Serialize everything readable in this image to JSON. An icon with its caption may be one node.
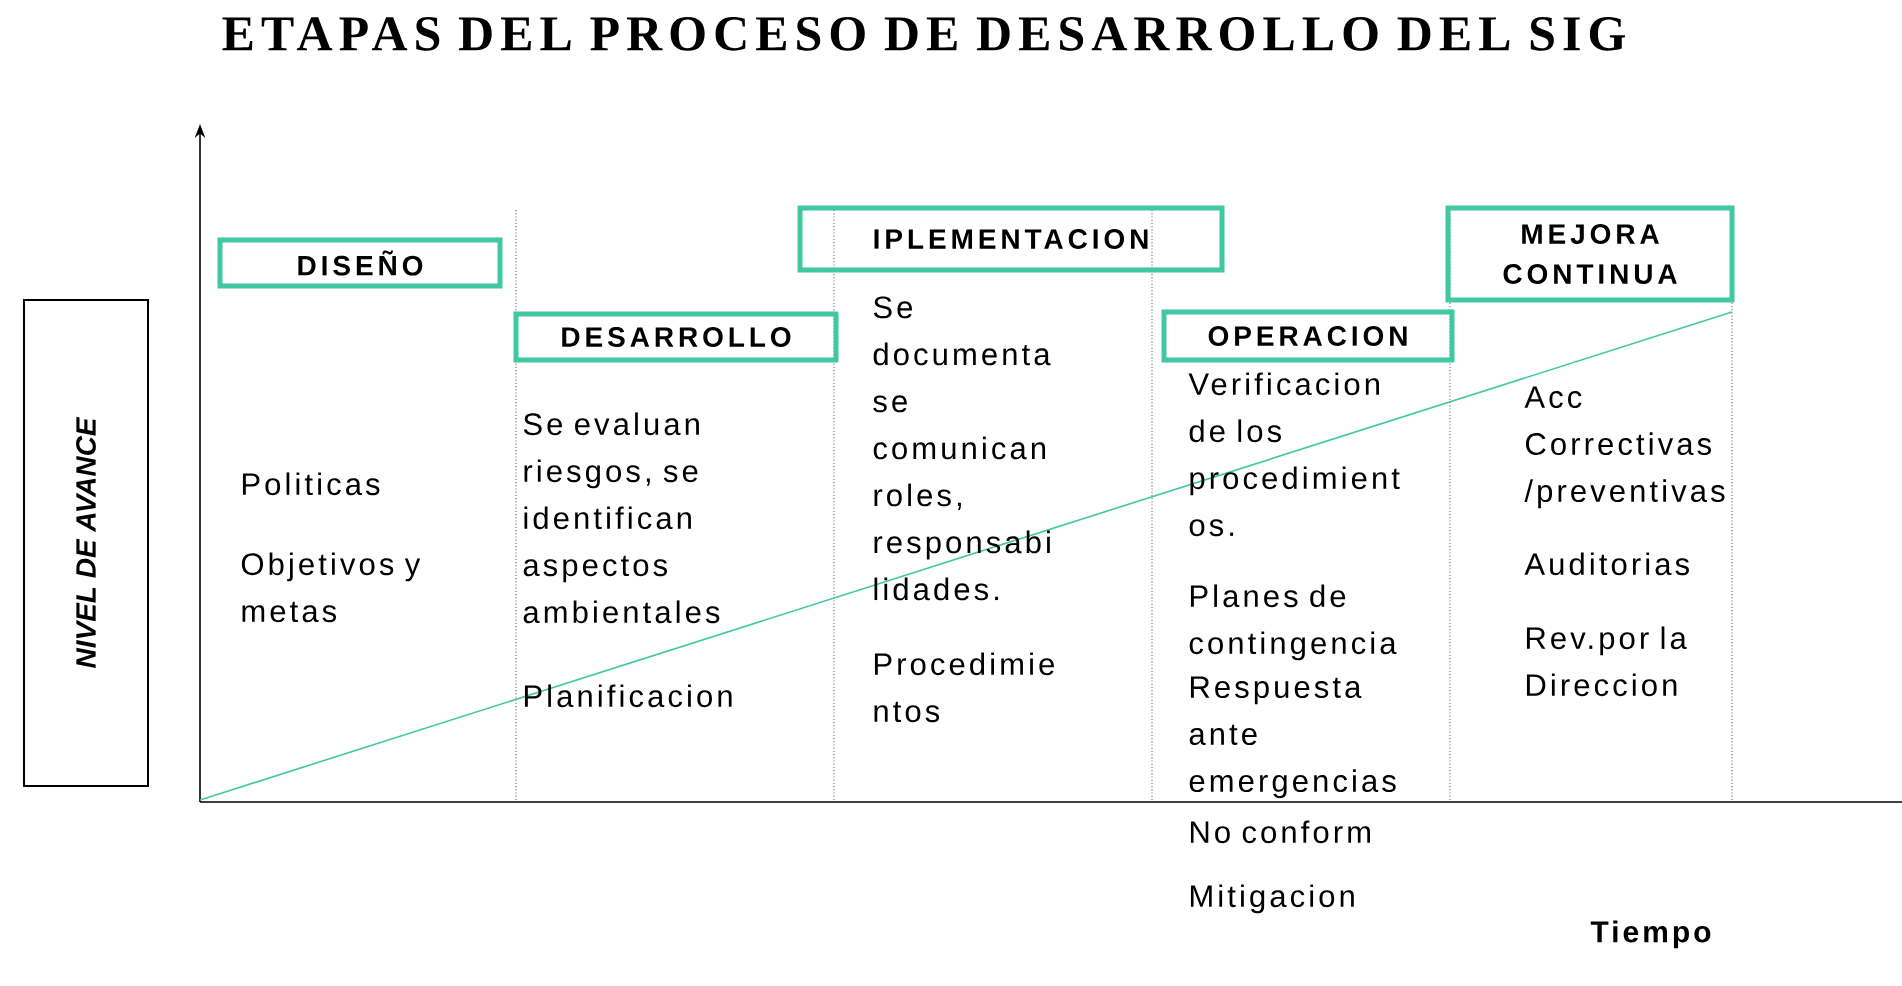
{
  "diagram": {
    "title": "ETAPAS DEL PROCESO DE DESARROLLO DEL SIG",
    "nodes": [
      {
        "text": [
          "NIVEL DE AVANCE"
        ]
      },
      {
        "text": [
          "DISEÑO"
        ]
      },
      {
        "text": [
          "IPLEMENTACION"
        ]
      },
      {
        "text": [
          "MEJORA CONTINUA"
        ]
      },
      {
        "text": [
          "DESARROLLO"
        ]
      },
      {
        "text": [
          "OPERACION"
        ]
      }
    ],
    "labels": [
      "Politicas",
      "Objetivos y metas",
      "Se evaluan riesgos, se identifican aspectos ambientales",
      "Planificacion",
      "Se documenta se comunican roles, responsabi lidades.",
      "Procedimie ntos",
      "Verificacion de los procedimient os.",
      "Planes de contingencia",
      "Respuesta ante emergencias",
      "No conform",
      "Mitigacion",
      "Acc Correctivas /preventivas",
      "Auditorias",
      "Rev.por la Direccion",
      "Tiempo"
    ]
  }
}
